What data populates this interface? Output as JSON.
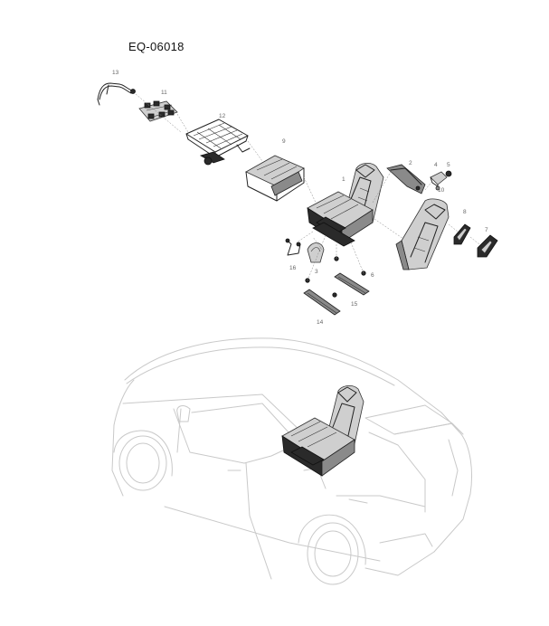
{
  "diagram_code": "EQ-06018",
  "callouts": [
    {
      "id": "c1",
      "text": "1"
    },
    {
      "id": "c2",
      "text": "2"
    },
    {
      "id": "c3",
      "text": "3"
    },
    {
      "id": "c4",
      "text": "4"
    },
    {
      "id": "c5",
      "text": "5"
    },
    {
      "id": "c6",
      "text": "6"
    },
    {
      "id": "c7",
      "text": "7"
    },
    {
      "id": "c8",
      "text": "8"
    },
    {
      "id": "c9",
      "text": "9"
    },
    {
      "id": "c10",
      "text": "10"
    },
    {
      "id": "c11",
      "text": "11"
    },
    {
      "id": "c12",
      "text": "12"
    },
    {
      "id": "c13",
      "text": "13"
    },
    {
      "id": "c14",
      "text": "14"
    },
    {
      "id": "c15",
      "text": "15"
    },
    {
      "id": "c16",
      "text": "16"
    }
  ]
}
